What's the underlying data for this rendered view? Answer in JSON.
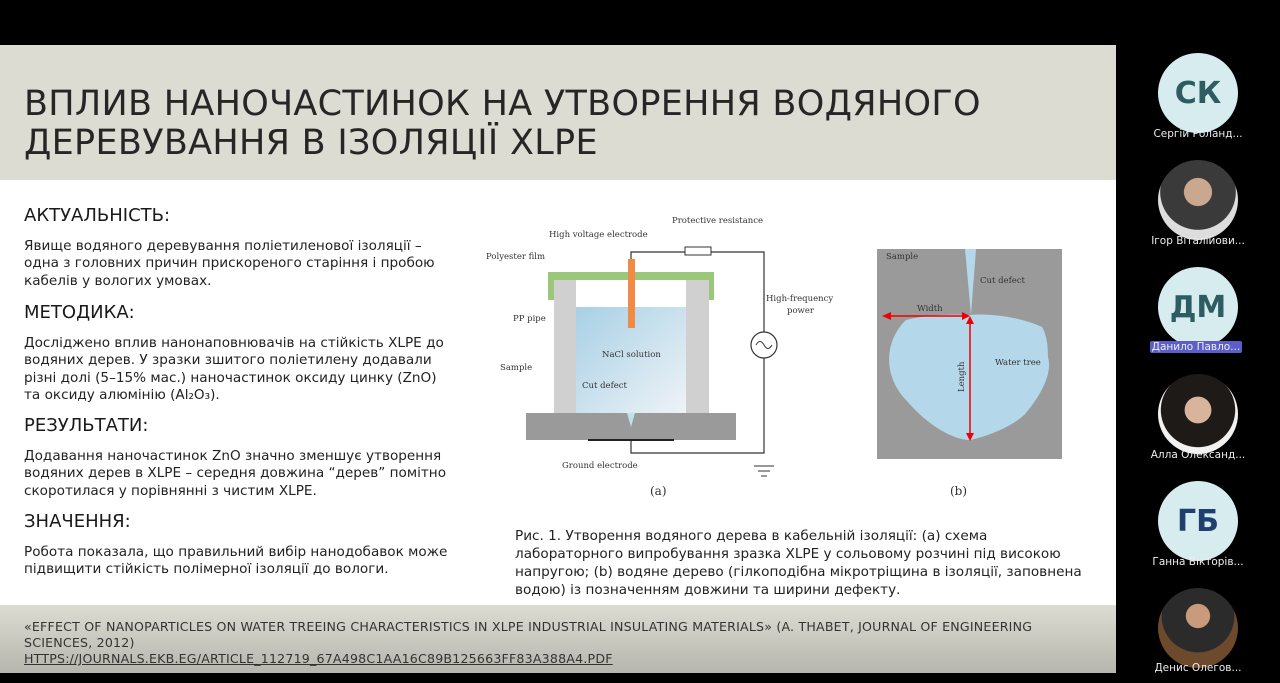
{
  "slide": {
    "title": "ВПЛИВ НАНОЧАСТИНОК НА УТВОРЕННЯ ВОДЯНОГО ДЕРЕВУВАННЯ В ІЗОЛЯЦІЇ XLPE",
    "sections": [
      {
        "heading": "АКТУАЛЬНІСТЬ:",
        "text": "Явище водяного деревування поліетиленової ізоляції – одна з головних причин прискореного старіння і пробою кабелів у вологих умовах."
      },
      {
        "heading": "МЕТОДИКА:",
        "text": "Досліджено вплив нанонаповнювачів на стійкість XLPE до водяних дерев. У зразки зшитого поліетилену додавали різні долі (5–15% мас.) наночастинок оксиду цинку (ZnO) та оксиду алюмінію (Al₂O₃)."
      },
      {
        "heading": "РЕЗУЛЬТАТИ:",
        "text": "Додавання наночастинок ZnO значно зменшує утворення водяних дерев в XLPE – середня довжина “дерев” помітно скоротилася у порівнянні з чистим XLPE."
      },
      {
        "heading": "ЗНАЧЕННЯ:",
        "text": "Робота показала, що правильний вибір нанодобавок може підвищити стійкість полімерної ізоляції до вологи."
      }
    ],
    "figure": {
      "a": {
        "protective": "Protective resistance",
        "hv": "High voltage electrode",
        "film": "Polyester film",
        "pipe": "PP pipe",
        "sample": "Sample",
        "nacl": "NaCl solution",
        "cut": "Cut defect",
        "ground": "Ground electrode",
        "hf1": "High-frequency",
        "hf2": "power",
        "label": "(a)"
      },
      "b": {
        "sample": "Sample",
        "cut": "Cut defect",
        "width": "Width",
        "length": "Length",
        "tree": "Water tree",
        "label": "(b)"
      }
    },
    "caption": "Рис. 1. Утворення водяного дерева в кабельній ізоляції: (a) схема лабораторного випробування зразка XLPE у сольовому розчині під високою напругою; (b) водяне дерево (гілкоподібна мікротріщина в ізоляції, заповнена водою) із позначенням довжини та ширини дефекту.",
    "citation": "«EFFECT OF NANOPARTICLES ON WATER TREEING CHARACTERISTICS IN XLPE INDUSTRIAL INSULATING MATERIALS» (A. THABET, JOURNAL OF ENGINEERING SCIENCES, 2012)",
    "link": "HTTPS://JOURNALS.EKB.EG/ARTICLE_112719_67A498C1AA16C89B125663FF83A388A4.PDF"
  },
  "participants": [
    {
      "initials": "СК",
      "name": "Сергій Роланд..."
    },
    {
      "initials": "",
      "name": "Ігор Віталійови..."
    },
    {
      "initials": "ДМ",
      "name": "Данило Павло..."
    },
    {
      "initials": "",
      "name": "Алла Олександ..."
    },
    {
      "initials": "ГБ",
      "name": "Ганна Вікторів..."
    },
    {
      "initials": "",
      "name": "Денис Олегов..."
    }
  ]
}
